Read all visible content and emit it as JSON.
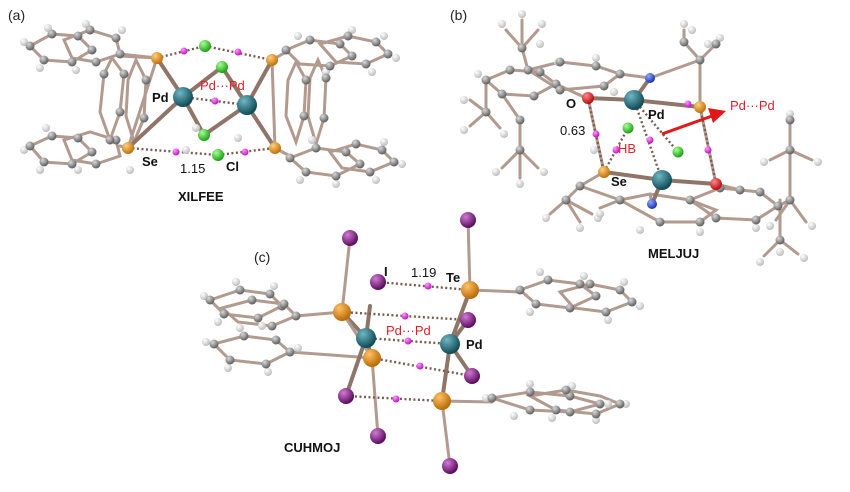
{
  "panels": [
    {
      "letter": "(a)",
      "code": "XILFEE",
      "atoms": {
        "pd": "Pd",
        "se": "Se",
        "cl": "Cl"
      },
      "interaction": "Pd···Pd",
      "value": "1.15"
    },
    {
      "letter": "(b)",
      "code": "MELJUJ",
      "atoms": {
        "o": "O",
        "pd": "Pd",
        "se": "Se"
      },
      "interaction": "Pd···Pd",
      "hb": "HB",
      "value": "0.63"
    },
    {
      "letter": "(c)",
      "code": "CUHMOJ",
      "atoms": {
        "i": "I",
        "te": "Te",
        "pd": "Pd"
      },
      "interaction": "Pd···Pd",
      "value": "1.19"
    }
  ],
  "colors": {
    "carbon": "#7f7f7f",
    "hydrogen": "#e6e6e6",
    "bond": "#b29a8f",
    "palladium": "#1f6f7f",
    "selenium": "#e8961e",
    "tellurium": "#d9860f",
    "chlorine": "#3ccf2a",
    "iodine": "#8a1a8c",
    "oxygen": "#e01f1f",
    "nitrogen": "#2a4fd8",
    "bcp": "#e020e0",
    "label_red": "#e0202a",
    "arrow": "#e01818"
  }
}
